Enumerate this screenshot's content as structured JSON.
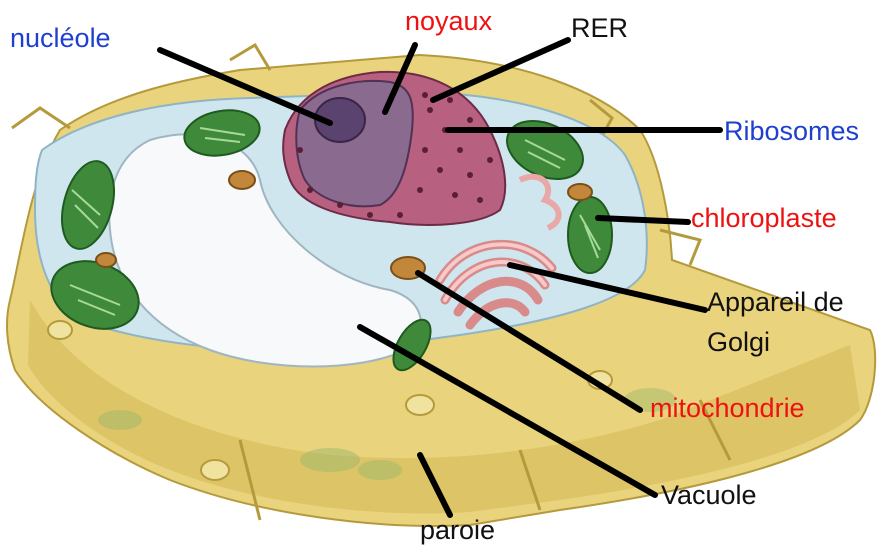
{
  "labels": {
    "nucleole": "nucléole",
    "noyaux": "noyaux",
    "rer": "RER",
    "ribosomes": "Ribosomes",
    "chloroplaste": "chloroplaste",
    "golgi_line1": "Appareil de",
    "golgi_line2": "Golgi",
    "mitochondrie": "mitochondrie",
    "vacuole": "Vacuole",
    "paroie": "paroie"
  },
  "colors": {
    "blue_label": "#1f3fcf",
    "red_label": "#ee1111",
    "black_label": "#111111",
    "cell_wall": "#e8d27a",
    "cytoplasm": "#cfe6ee",
    "vacuole": "#f7f9fb",
    "nucleus": "#8a4a68",
    "chloroplast": "#3e8a3a",
    "golgi": "#efb3b3",
    "mitochondria": "#c2873a"
  }
}
